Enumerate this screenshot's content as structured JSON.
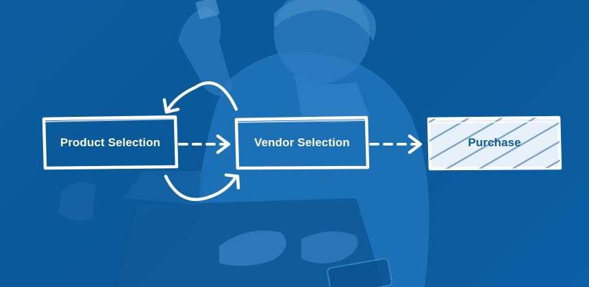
{
  "diagram": {
    "nodes": [
      {
        "id": "product",
        "label": "Product Selection"
      },
      {
        "id": "vendor",
        "label": "Vendor Selection"
      },
      {
        "id": "purchase",
        "label": "Purchase"
      }
    ],
    "edges": [
      {
        "from": "product",
        "to": "vendor",
        "style": "dashed"
      },
      {
        "from": "vendor",
        "to": "purchase",
        "style": "dashed"
      },
      {
        "from": "vendor",
        "to": "product",
        "style": "curved-loop-top"
      },
      {
        "from": "product",
        "to": "vendor",
        "style": "curved-loop-bottom"
      }
    ]
  },
  "colors": {
    "background": "#0b5d9f",
    "stroke": "#ffffff",
    "purchase_fill": "#e8f1f9",
    "purchase_text": "#0d5b9e"
  }
}
